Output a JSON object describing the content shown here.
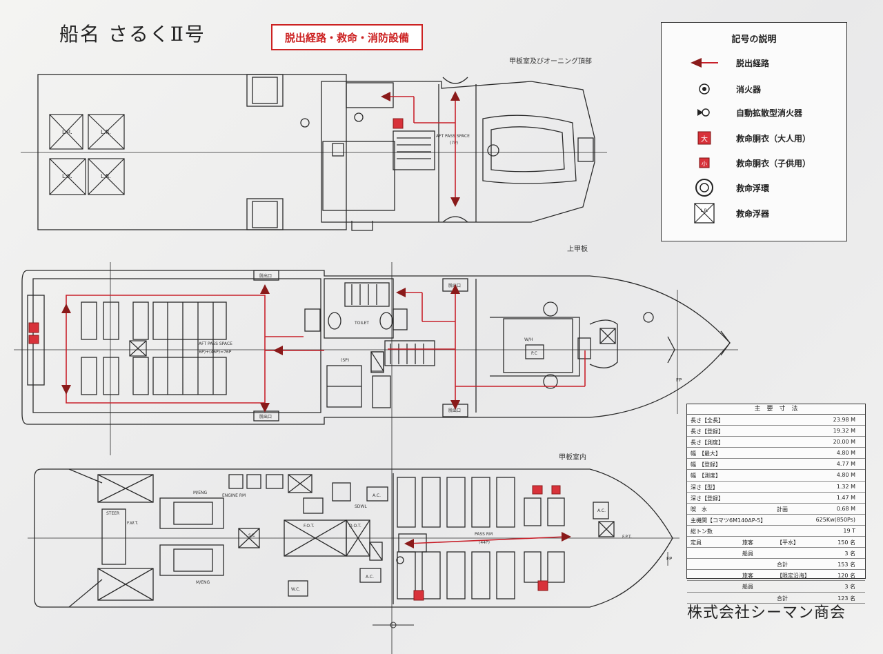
{
  "title": "船名 さるくⅡ号",
  "subtitle": "脱出経路・救命・消防設備",
  "decks": {
    "top": "甲板室及びオーニング頂部",
    "upper": "上甲板",
    "inner": "甲板室内"
  },
  "labels": {
    "lr": "L.R.",
    "aft_pass_space_top": "AFT PASS SPACE",
    "aft_pass_space_top2": "(7P)",
    "toilet": "TOILET",
    "aft_pass_space_upper": "AFT PASS SPACE",
    "aft_pass_space_upper2": "(6P)+(46P)=76P",
    "sp": "(SP)",
    "wh": "W/H",
    "pc": "P.C",
    "hatch": "脱出口",
    "fp": "FP",
    "engine_rm": "ENGINE RM",
    "steer": "STEER",
    "fot": "F.O.T.",
    "dot": "D.O.T.",
    "fwt": "F.W.T.",
    "se": "S/E",
    "me_p": "M/ENG",
    "me_s": "M/ENG",
    "pass_rm": "PASS RM",
    "pass_rm2": "(44P)",
    "ac": "A.C.",
    "wc": "W.C.",
    "fpt": "F.P.T.",
    "sdwl": "SDWL"
  },
  "legend": {
    "title": "記号の説明",
    "items": [
      {
        "icon": "escape-route-arrow-icon",
        "label": "脱出経路"
      },
      {
        "icon": "fire-extinguisher-icon",
        "label": "消火器"
      },
      {
        "icon": "auto-extinguisher-icon",
        "label": "自動拡散型消火器"
      },
      {
        "icon": "life-jacket-adult-icon",
        "label": "救命胴衣（大人用）",
        "glyph": "大"
      },
      {
        "icon": "life-jacket-child-icon",
        "label": "救命胴衣（子供用）",
        "glyph": "小"
      },
      {
        "icon": "life-ring-icon",
        "label": "救命浮環"
      },
      {
        "icon": "life-raft-icon",
        "label": "救命浮器",
        "glyph": "L.R."
      }
    ]
  },
  "spec": {
    "header": "主　要　寸　法",
    "rows": [
      [
        "長さ【全長】",
        "",
        "",
        "23.98 M"
      ],
      [
        "長さ【登録】",
        "",
        "",
        "19.32 M"
      ],
      [
        "長さ【測度】",
        "",
        "",
        "20.00 M"
      ],
      [
        "幅　【最大】",
        "",
        "",
        "4.80 M"
      ],
      [
        "幅　【登録】",
        "",
        "",
        "4.77 M"
      ],
      [
        "幅　【測度】",
        "",
        "",
        "4.80 M"
      ],
      [
        "深さ【型】",
        "",
        "",
        "1.32 M"
      ],
      [
        "深さ【登録】",
        "",
        "",
        "1.47 M"
      ],
      [
        "喫　水",
        "",
        "計画",
        "0.68 M"
      ],
      [
        "主機関【コマツ6M140AP-5】",
        "",
        "",
        "625Kw(850Ps)"
      ],
      [
        "総トン数",
        "",
        "",
        "19 T"
      ],
      [
        "定員",
        "旅客",
        "【平水】",
        "150 名"
      ],
      [
        "",
        "船員",
        "",
        "3 名"
      ],
      [
        "",
        "",
        "合計",
        "153 名"
      ],
      [
        "",
        "旅客",
        "【限定沿海】",
        "120 名"
      ],
      [
        "",
        "船員",
        "",
        "3 名"
      ],
      [
        "",
        "",
        "合計",
        "123 名"
      ]
    ]
  },
  "company": "株式会社シーマン商会",
  "colors": {
    "route": "#c8202a",
    "line": "#2a2a2a",
    "jacket": "#d8323a"
  }
}
